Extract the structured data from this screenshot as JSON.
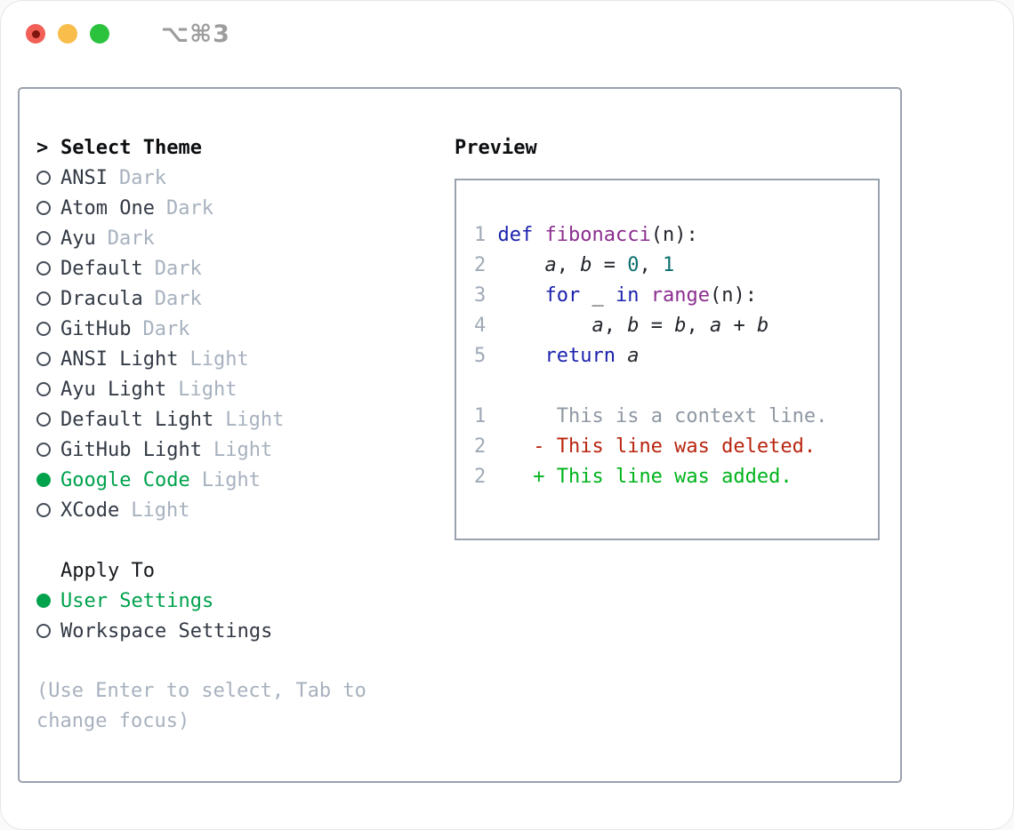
{
  "titlebar": {
    "title": "⌥⌘3"
  },
  "theme_list": {
    "prompt": ">",
    "header": "Select Theme",
    "items": [
      {
        "name": "ANSI",
        "variant": "Dark",
        "selected": false
      },
      {
        "name": "Atom One",
        "variant": "Dark",
        "selected": false
      },
      {
        "name": "Ayu",
        "variant": "Dark",
        "selected": false
      },
      {
        "name": "Default",
        "variant": "Dark",
        "selected": false
      },
      {
        "name": "Dracula",
        "variant": "Dark",
        "selected": false
      },
      {
        "name": "GitHub",
        "variant": "Dark",
        "selected": false
      },
      {
        "name": "ANSI Light",
        "variant": "Light",
        "selected": false
      },
      {
        "name": "Ayu Light",
        "variant": "Light",
        "selected": false
      },
      {
        "name": "Default Light",
        "variant": "Light",
        "selected": false
      },
      {
        "name": "GitHub Light",
        "variant": "Light",
        "selected": false
      },
      {
        "name": "Google Code",
        "variant": "Light",
        "selected": true
      },
      {
        "name": "XCode",
        "variant": "Light",
        "selected": false
      }
    ]
  },
  "apply_to": {
    "header": "Apply To",
    "options": [
      {
        "name": "User Settings",
        "selected": true
      },
      {
        "name": "Workspace Settings",
        "selected": false
      }
    ]
  },
  "help_text": "(Use Enter to select, Tab to change focus)",
  "preview": {
    "header": "Preview",
    "code_lines": [
      {
        "name": "code-line-1",
        "tokens": [
          [
            "1",
            "lineno"
          ],
          [
            " ",
            "plain"
          ],
          [
            "def",
            "kw"
          ],
          [
            " ",
            "plain"
          ],
          [
            "fibonacci",
            "fn"
          ],
          [
            "(n):",
            "plain"
          ]
        ]
      },
      {
        "name": "code-line-2",
        "tokens": [
          [
            "2",
            "lineno"
          ],
          [
            "     ",
            "plain"
          ],
          [
            "a",
            "var"
          ],
          [
            ", ",
            "plain"
          ],
          [
            "b",
            "var"
          ],
          [
            " = ",
            "plain"
          ],
          [
            "0",
            "num"
          ],
          [
            ", ",
            "plain"
          ],
          [
            "1",
            "num"
          ]
        ]
      },
      {
        "name": "code-line-3",
        "tokens": [
          [
            "3",
            "lineno"
          ],
          [
            "     ",
            "plain"
          ],
          [
            "for",
            "kw"
          ],
          [
            " _ ",
            "plain"
          ],
          [
            "in",
            "kw"
          ],
          [
            " ",
            "plain"
          ],
          [
            "range",
            "fn"
          ],
          [
            "(n):",
            "plain"
          ]
        ]
      },
      {
        "name": "code-line-4",
        "tokens": [
          [
            "4",
            "lineno"
          ],
          [
            "         ",
            "plain"
          ],
          [
            "a",
            "var"
          ],
          [
            ", ",
            "plain"
          ],
          [
            "b",
            "var"
          ],
          [
            " = ",
            "plain"
          ],
          [
            "b",
            "var"
          ],
          [
            ", ",
            "plain"
          ],
          [
            "a",
            "var"
          ],
          [
            " + ",
            "plain"
          ],
          [
            "b",
            "var"
          ]
        ]
      },
      {
        "name": "code-line-5",
        "tokens": [
          [
            "5",
            "lineno"
          ],
          [
            "     ",
            "plain"
          ],
          [
            "return",
            "kw"
          ],
          [
            " ",
            "plain"
          ],
          [
            "a",
            "var"
          ]
        ]
      },
      {
        "name": "blank-line",
        "tokens": []
      },
      {
        "name": "diff-context-line",
        "tokens": [
          [
            "1",
            "lineno"
          ],
          [
            "      ",
            "plain"
          ],
          [
            "This is a context line.",
            "ctx"
          ]
        ]
      },
      {
        "name": "diff-deleted-line",
        "tokens": [
          [
            "2",
            "lineno"
          ],
          [
            "    ",
            "plain"
          ],
          [
            "- This line was deleted.",
            "del"
          ]
        ]
      },
      {
        "name": "diff-added-line",
        "tokens": [
          [
            "2",
            "lineno"
          ],
          [
            "    ",
            "plain"
          ],
          [
            "+ This line was added.",
            "add"
          ]
        ]
      }
    ]
  },
  "colors": {
    "selected_green": "#00a24c",
    "keyword_blue": "#1c22ad",
    "function_purple": "#8b2d8e",
    "number_teal": "#0b6e6e",
    "line_number_gray": "#9fa9b6",
    "context_gray": "#8f98a3",
    "deleted_red": "#b8250f",
    "added_green": "#00b31c",
    "text_dark": "#333a45",
    "muted_gray": "#a7b1be",
    "border_gray": "#9aa2ae",
    "title_gray": "#9d9d9d",
    "traffic_red": "#f15f57",
    "traffic_red_dot": "#7f150e",
    "traffic_yellow": "#f8bd4b",
    "traffic_green": "#2bc23e"
  }
}
